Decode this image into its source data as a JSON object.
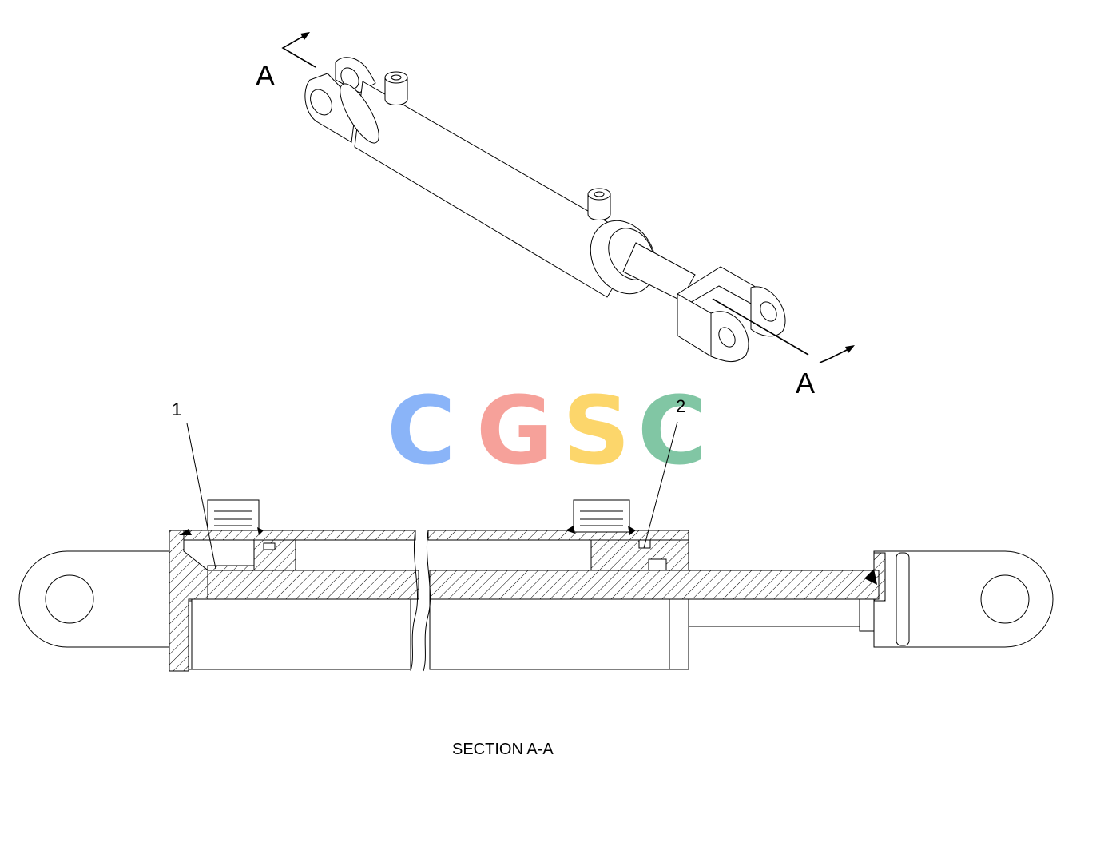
{
  "section_marker_top": "A",
  "section_marker_bottom": "A",
  "callouts": [
    {
      "label": "1"
    },
    {
      "label": "2"
    }
  ],
  "section_title": "SECTION A-A",
  "watermark": {
    "text": "CGSC",
    "colors": [
      "#8ab4f8",
      "#f6a19a",
      "#fcd66b",
      "#81c6a4"
    ]
  }
}
